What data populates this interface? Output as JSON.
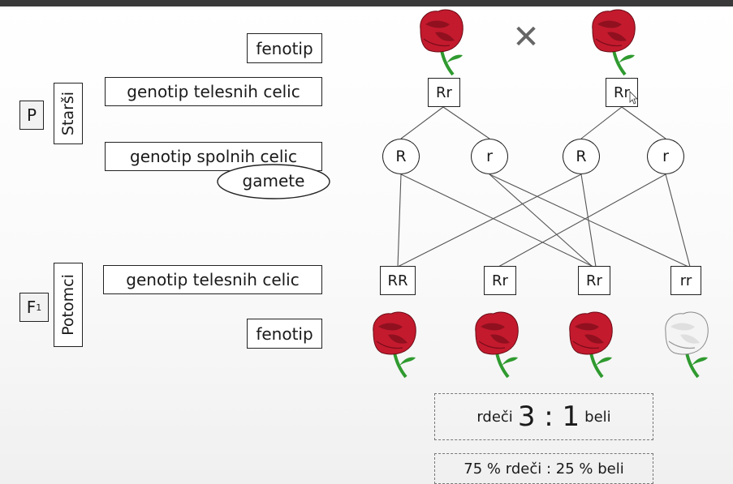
{
  "labels": {
    "fenotip": "fenotip",
    "genotip_telesnih": "genotip telesnih celic",
    "genotip_spolnih": "genotip spolnih celic",
    "gamete": "gamete",
    "p": "P",
    "starsi": "Starši",
    "f1_main": "F",
    "f1_sub": "1",
    "potomci": "Potomci",
    "cross": "✕"
  },
  "parents": {
    "left_genotype": "Rr",
    "right_genotype": "Rr"
  },
  "gametes": [
    "R",
    "r",
    "R",
    "r"
  ],
  "offspring": {
    "genotypes": [
      "RR",
      "Rr",
      "Rr",
      "rr"
    ],
    "phenotypes": [
      "red",
      "red",
      "red",
      "white"
    ]
  },
  "summary": {
    "ratio_left": "rdeči",
    "ratio_value": "3 : 1",
    "ratio_right": "beli",
    "percent": "75 % rdeči : 25 % beli"
  },
  "colors": {
    "red_flower": "#c41a2e",
    "red_dark": "#7a0d1a",
    "white_flower": "#f4f4f4",
    "stem": "#2f9a2f"
  }
}
